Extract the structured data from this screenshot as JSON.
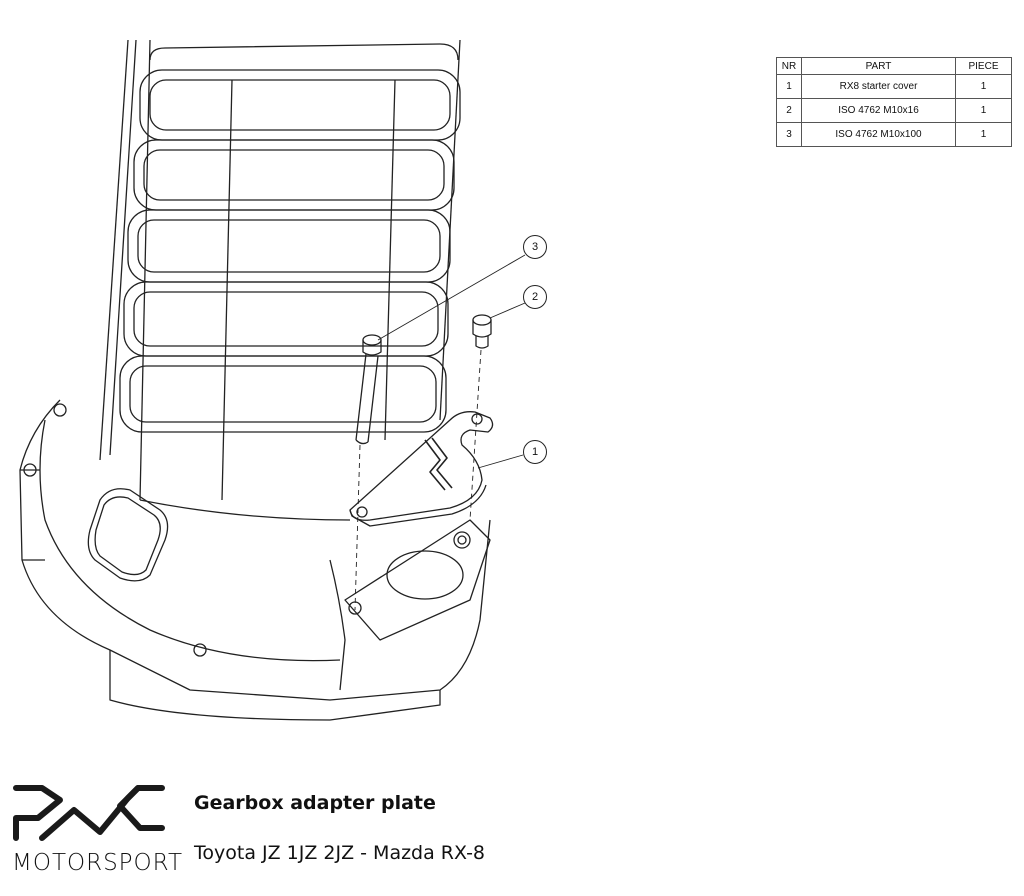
{
  "bom": {
    "headers": [
      "NR",
      "PART",
      "PIECE"
    ],
    "rows": [
      {
        "nr": "1",
        "part": "RX8 starter cover",
        "piece": "1"
      },
      {
        "nr": "2",
        "part": "ISO 4762 M10x16",
        "piece": "1"
      },
      {
        "nr": "3",
        "part": "ISO 4762 M10x100",
        "piece": "1"
      }
    ]
  },
  "balloons": [
    "3",
    "2",
    "1"
  ],
  "title": "Gearbox adapter plate",
  "subtitle": "Toyota JZ 1JZ 2JZ - Mazda RX-8",
  "logo": {
    "text": "MOTORSPORT",
    "mark": "PMC"
  }
}
